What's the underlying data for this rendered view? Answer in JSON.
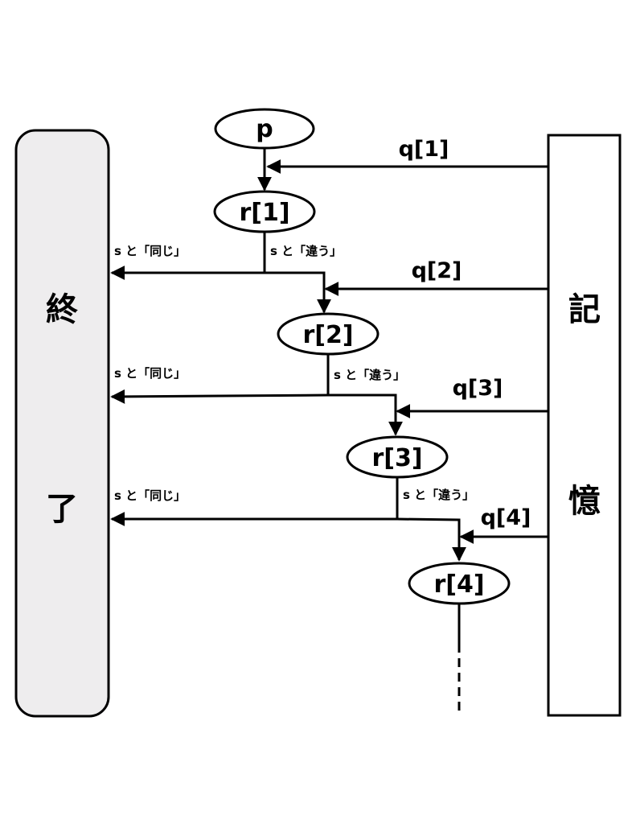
{
  "end_box": {
    "char1": "終",
    "char2": "了",
    "fill": "#eeedee"
  },
  "memory_box": {
    "char1": "記",
    "char2": "憶"
  },
  "start_node": "p",
  "nodes": [
    "r[1]",
    "r[2]",
    "r[3]",
    "r[4]"
  ],
  "queries": [
    "q[1]",
    "q[2]",
    "q[3]",
    "q[4]"
  ],
  "same_label": "s と「同じ」",
  "diff_label": "s と「違う」",
  "colors": {
    "stroke": "#000000",
    "background": "#ffffff"
  }
}
